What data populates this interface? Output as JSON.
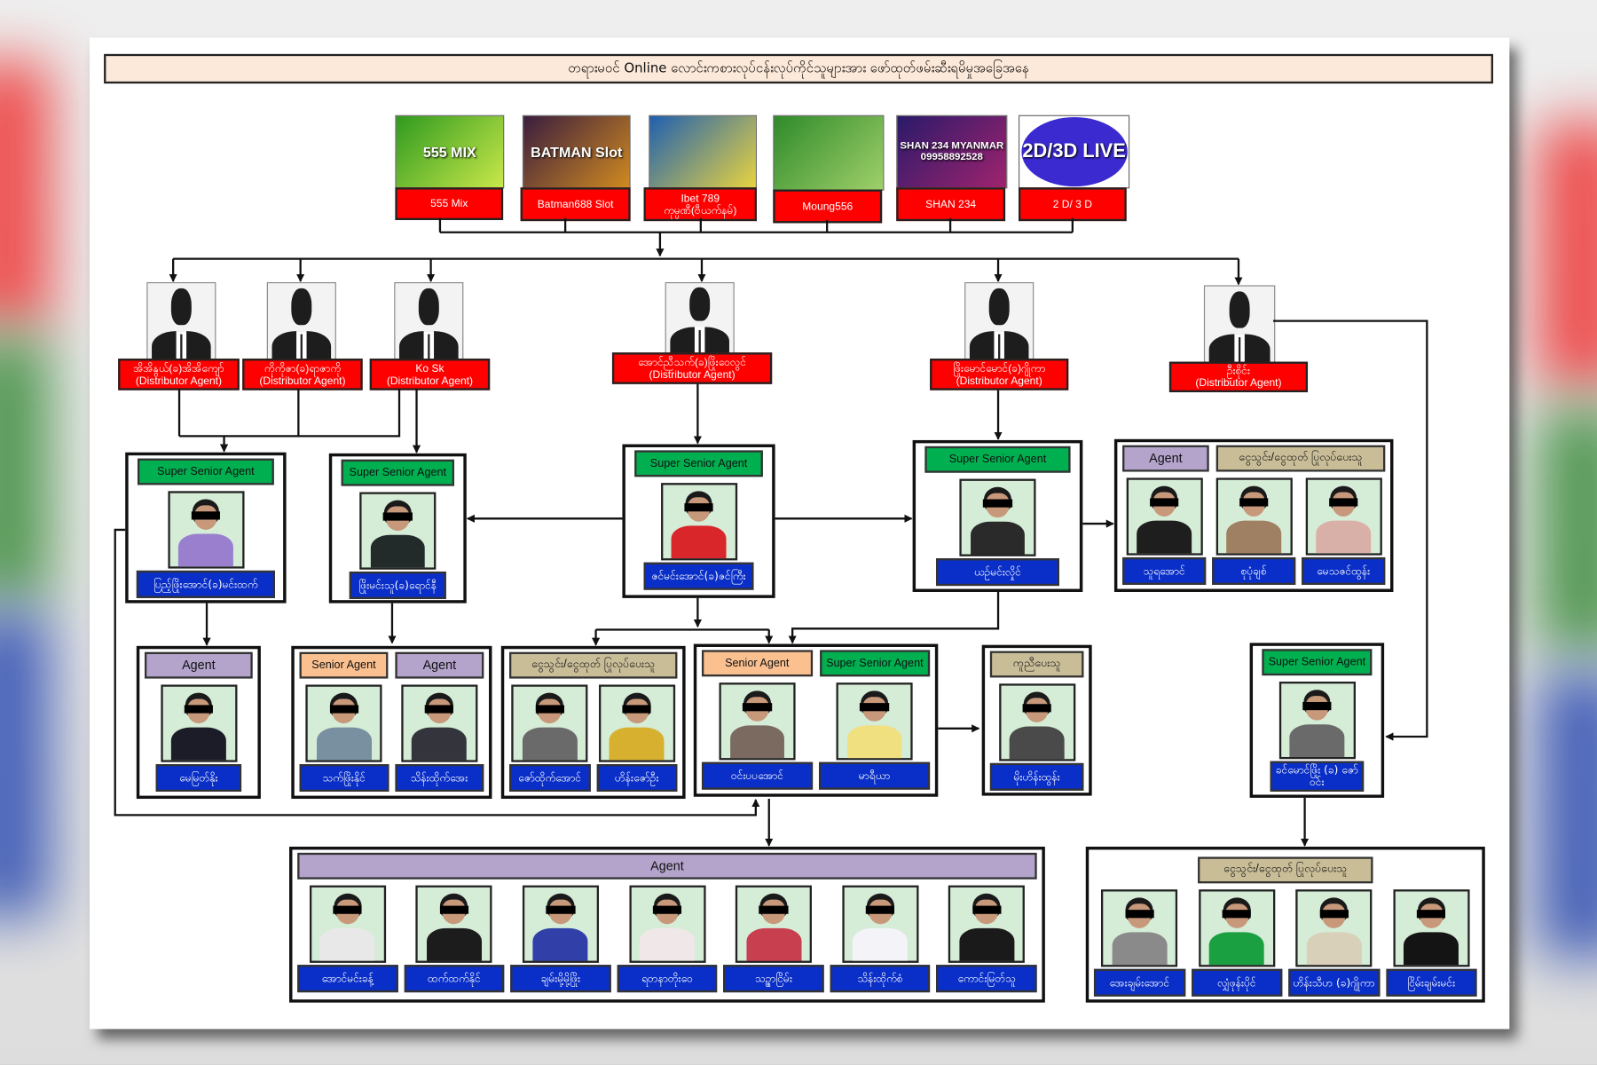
{
  "title": "တရားမဝင် Online လောင်းကစားလုပ်ငန်းလုပ်ကိုင်သူများအား ဖော်ထုတ်ဖမ်းဆီးရမိမှုအခြေအနေ",
  "games": [
    {
      "label": "555 Mix",
      "thumb_text": "555 MIX",
      "colors": [
        "#2f9a1f",
        "#c9e84a"
      ]
    },
    {
      "label": "Batman688 Slot",
      "thumb_text": "BATMAN Slot",
      "colors": [
        "#3a1d3e",
        "#d08a20"
      ]
    },
    {
      "label": "Ibet 789 ကုမ္ပဏီ(ဗီယက်နမ်)",
      "thumb_text": "",
      "colors": [
        "#1f5fb0",
        "#e8d440"
      ]
    },
    {
      "label": "Moung556",
      "thumb_text": "",
      "colors": [
        "#2f8a2a",
        "#9fd06a"
      ]
    },
    {
      "label": "SHAN 234",
      "thumb_text": "SHAN 234 MYANMAR 09958892528",
      "colors": [
        "#2a1a6a",
        "#a0236e"
      ]
    },
    {
      "label": "2 D/ 3 D",
      "thumb_text": "2D/3D LIVE",
      "colors": [
        "#3a2ad0",
        "#3a2ad0"
      ]
    }
  ],
  "distributors": [
    {
      "name": "အိအိနွယ်(ခ)အိအိကျော်",
      "role": "(Distributor Agent)"
    },
    {
      "name": "ကိုကိုဇာ(ခ)ရာဇာကို",
      "role": "(Distributor Agent)"
    },
    {
      "name": "Ko Sk",
      "role": "(Distributor Agent)"
    },
    {
      "name": "အောင်ညီသက်(ခ)ဖြိုးဝေလွင်",
      "role": "(Distributor Agent)"
    },
    {
      "name": "ဖြိုးမောင်မောင်(ခ)ဂျိုကာ",
      "role": "(Distributor Agent)"
    },
    {
      "name": "ဦးစိုင်း",
      "role": "(Distributor Agent)"
    }
  ],
  "groups": [
    {
      "id": "ssa1",
      "headers": [
        {
          "label": "Super Senior Agent",
          "color": "green"
        }
      ],
      "members": [
        {
          "name": "ပြည့်ဖြိုးအောင်(ခ)မင်းထက်",
          "shirt": "#9a7fcf"
        }
      ]
    },
    {
      "id": "ssa2",
      "headers": [
        {
          "label": "Super Senior Agent",
          "color": "green"
        }
      ],
      "members": [
        {
          "name": "ဖြိုးမင်းသူ(ခ)ရောင်နီ",
          "shirt": "#222a2a"
        }
      ]
    },
    {
      "id": "ssa3",
      "headers": [
        {
          "label": "Super Senior Agent",
          "color": "green"
        }
      ],
      "members": [
        {
          "name": "ဇင်မင်းအောင်(ခ)ဇင်ကြီး",
          "shirt": "#d8262a"
        }
      ]
    },
    {
      "id": "ssa4",
      "headers": [
        {
          "label": "Super Senior Agent",
          "color": "green"
        }
      ],
      "members": [
        {
          "name": "ယဉ်မင်းလှိုင်",
          "shirt": "#2a2a2a"
        }
      ]
    },
    {
      "id": "right",
      "headers": [
        {
          "label": "Agent",
          "color": "purple",
          "span": 1
        },
        {
          "label": "ငွေသွင်း/ငွေထုတ် ပြုလုပ်ပေးသူ",
          "color": "tan",
          "span": 2
        }
      ],
      "members": [
        {
          "name": "သူရအောင်",
          "shirt": "#1e1e1e"
        },
        {
          "name": "စုပုံချစ်",
          "shirt": "#a08062"
        },
        {
          "name": "မေသဇင်ထွန်း",
          "shirt": "#d8b0a8"
        }
      ]
    },
    {
      "id": "a1",
      "headers": [
        {
          "label": "Agent",
          "color": "purple"
        }
      ],
      "members": [
        {
          "name": "မေမြတ်နိုး",
          "shirt": "#1c1c28"
        }
      ]
    },
    {
      "id": "b",
      "headers": [
        {
          "label": "Senior Agent",
          "color": "orange"
        },
        {
          "label": "Agent",
          "color": "purple"
        }
      ],
      "members": [
        {
          "name": "သက်ဖြိုးနိုင်",
          "shirt": "#7890a0"
        },
        {
          "name": "သိန်းထိုက်အေး",
          "shirt": "#33343c"
        }
      ]
    },
    {
      "id": "c",
      "headers": [
        {
          "label": "ငွေသွင်း/ငွေထုတ် ပြုလုပ်ပေးသူ",
          "color": "tan"
        }
      ],
      "members": [
        {
          "name": "ဇော်ထိုက်အောင်",
          "shirt": "#6a6a6a"
        },
        {
          "name": "ဟိန်းဇော်ဦး",
          "shirt": "#d8b030"
        }
      ]
    },
    {
      "id": "d",
      "headers": [
        {
          "label": "Senior Agent",
          "color": "orange"
        },
        {
          "label": "Super Senior Agent",
          "color": "green"
        }
      ],
      "members": [
        {
          "name": "ဝင်းပပအောင်",
          "shirt": "#7a6a60"
        },
        {
          "name": "မာရီယာ",
          "shirt": "#f0e080"
        }
      ]
    },
    {
      "id": "e",
      "headers": [
        {
          "label": "ကူညီပေးသူ",
          "color": "tan"
        }
      ],
      "members": [
        {
          "name": "မိုးဟိန်းထွန်း",
          "shirt": "#4a4a4a"
        }
      ]
    },
    {
      "id": "f",
      "headers": [
        {
          "label": "Super Senior Agent",
          "color": "green"
        }
      ],
      "members": [
        {
          "name": "ခင်မောင်ဖြိုး (ခ) ဇော်ဝင်း",
          "shirt": "#6a6a6a"
        }
      ]
    },
    {
      "id": "g",
      "headers": [
        {
          "label": "Agent",
          "color": "purple"
        }
      ],
      "members": [
        {
          "name": "အောင်မင်းခန့်",
          "shirt": "#e8e8e8"
        },
        {
          "name": "ထက်ထက်နိုင်",
          "shirt": "#1c1c1c"
        },
        {
          "name": "ချမ်းမို့မို့ဖြိုး",
          "shirt": "#3040a8"
        },
        {
          "name": "ရတနာတိုးဝေ",
          "shirt": "#f0e8e8"
        },
        {
          "name": "သဉ္ဇာငြိမ်း",
          "shirt": "#c84050"
        },
        {
          "name": "သိန်းထိုက်စံ",
          "shirt": "#f4f4f8"
        },
        {
          "name": "ကောင်းမြတ်သူ",
          "shirt": "#1a1a1a"
        }
      ]
    },
    {
      "id": "h",
      "headers": [
        {
          "label": "ငွေသွင်း/ငွေထုတ် ပြုလုပ်ပေးသူ",
          "color": "tan"
        }
      ],
      "members": [
        {
          "name": "အေးချမ်းအောင်",
          "shirt": "#8a8a8a"
        },
        {
          "name": "လျှံဖုန်းပိုင်",
          "shirt": "#1aa040"
        },
        {
          "name": "ဟိန်းသီဟ (ခ)ဂျိုကာ",
          "shirt": "#d8d0b8"
        },
        {
          "name": "ငြိမ်းချမ်းမင်း",
          "shirt": "#141414"
        }
      ]
    }
  ]
}
